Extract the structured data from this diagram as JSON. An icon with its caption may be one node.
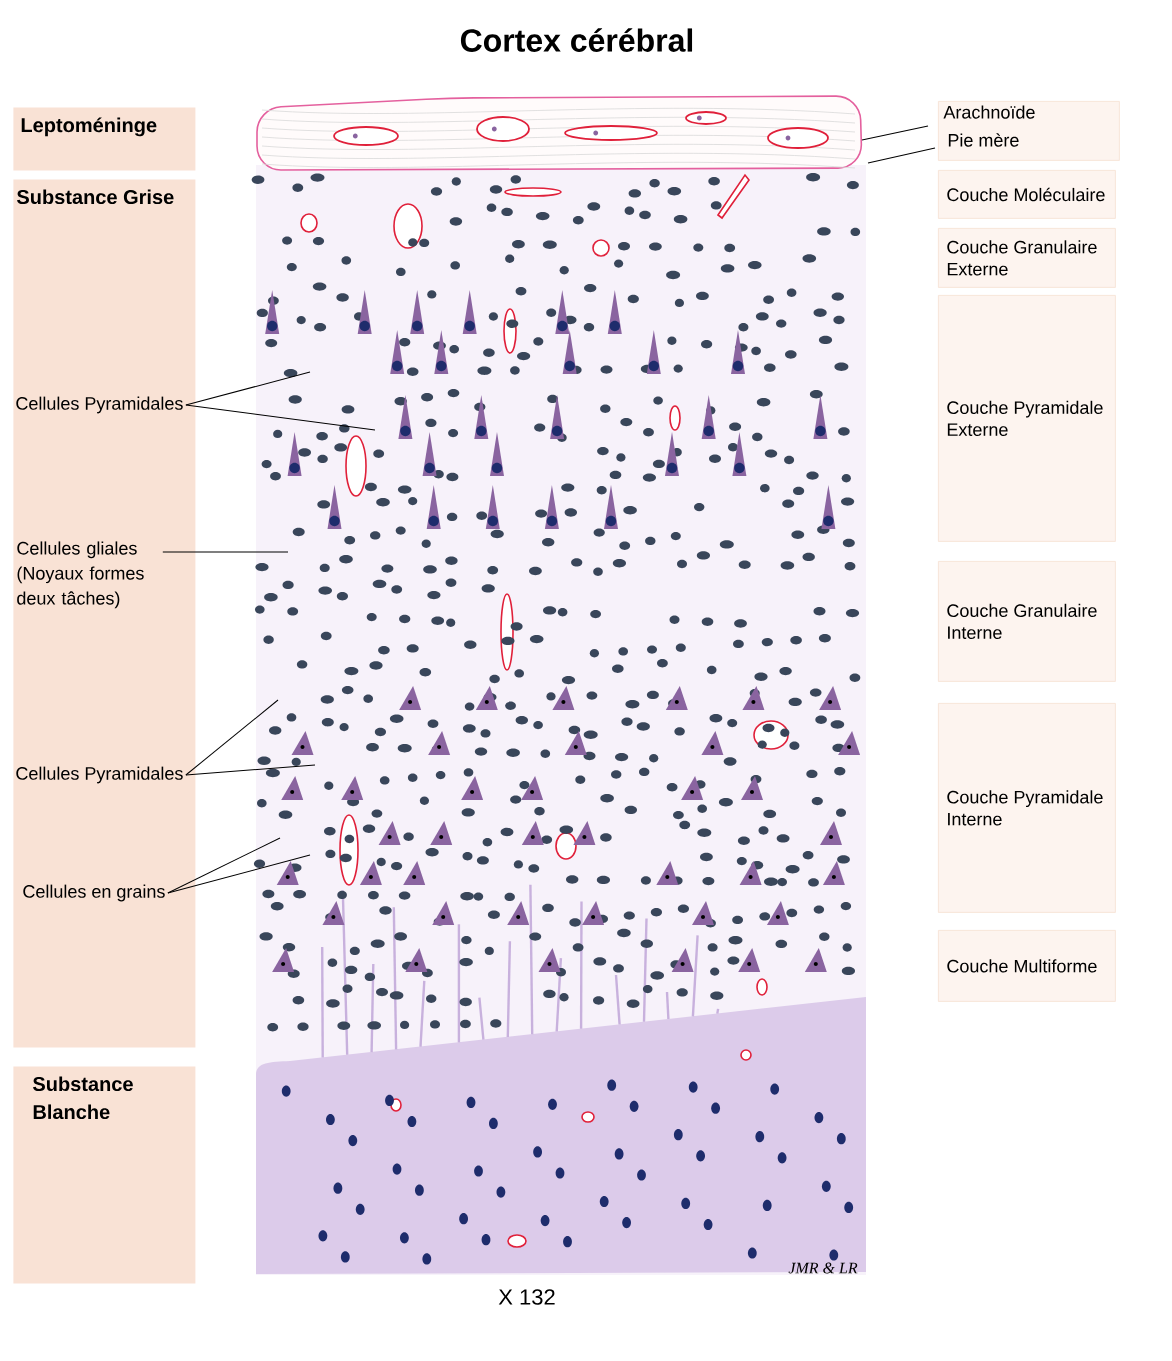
{
  "diagram": {
    "title": "Cortex cérébral",
    "nodes": [
      {
        "text": [
          "Leptoméninge"
        ]
      },
      {
        "text": [
          "Substance Grise"
        ]
      },
      {
        "text": [
          "Cellules Pyramidales"
        ],
        "in": 1
      },
      {
        "text": [
          "Cellules gliales (Noyaux formes deux tâches)"
        ],
        "in": 1
      },
      {
        "text": [
          "Cellules Pyramidales"
        ],
        "in": 1
      },
      {
        "text": [
          "Cellules en grains"
        ],
        "in": 1
      },
      {
        "text": [
          "Substance Blanche"
        ]
      },
      {
        "text": [
          "Arachnoïde",
          "Pie mère"
        ]
      },
      {
        "text": [
          "Couche Moléculaire"
        ]
      },
      {
        "text": [
          "Couche Granulaire Externe"
        ]
      },
      {
        "text": [
          "Couche Pyramidale Externe"
        ]
      },
      {
        "text": [
          "Couche Granulaire Interne"
        ]
      },
      {
        "text": [
          "Couche Pyramidale Interne"
        ]
      },
      {
        "text": [
          "Couche Multiforme"
        ]
      }
    ],
    "edges": [
      {
        "from": 2,
        "to": null,
        "arrow": "none"
      },
      {
        "from": 2,
        "to": null,
        "arrow": "none"
      },
      {
        "from": 3,
        "to": null,
        "arrow": "none"
      },
      {
        "from": 4,
        "to": null,
        "arrow": "none"
      },
      {
        "from": 4,
        "to": null,
        "arrow": "none"
      },
      {
        "from": 5,
        "to": null,
        "arrow": "none"
      },
      {
        "from": 5,
        "to": null,
        "arrow": "none"
      },
      {
        "from": 7,
        "to": null,
        "arrow": "none"
      },
      {
        "from": 7,
        "to": null,
        "arrow": "none"
      }
    ],
    "labels": [
      "JMR & LR",
      "X 132"
    ]
  }
}
